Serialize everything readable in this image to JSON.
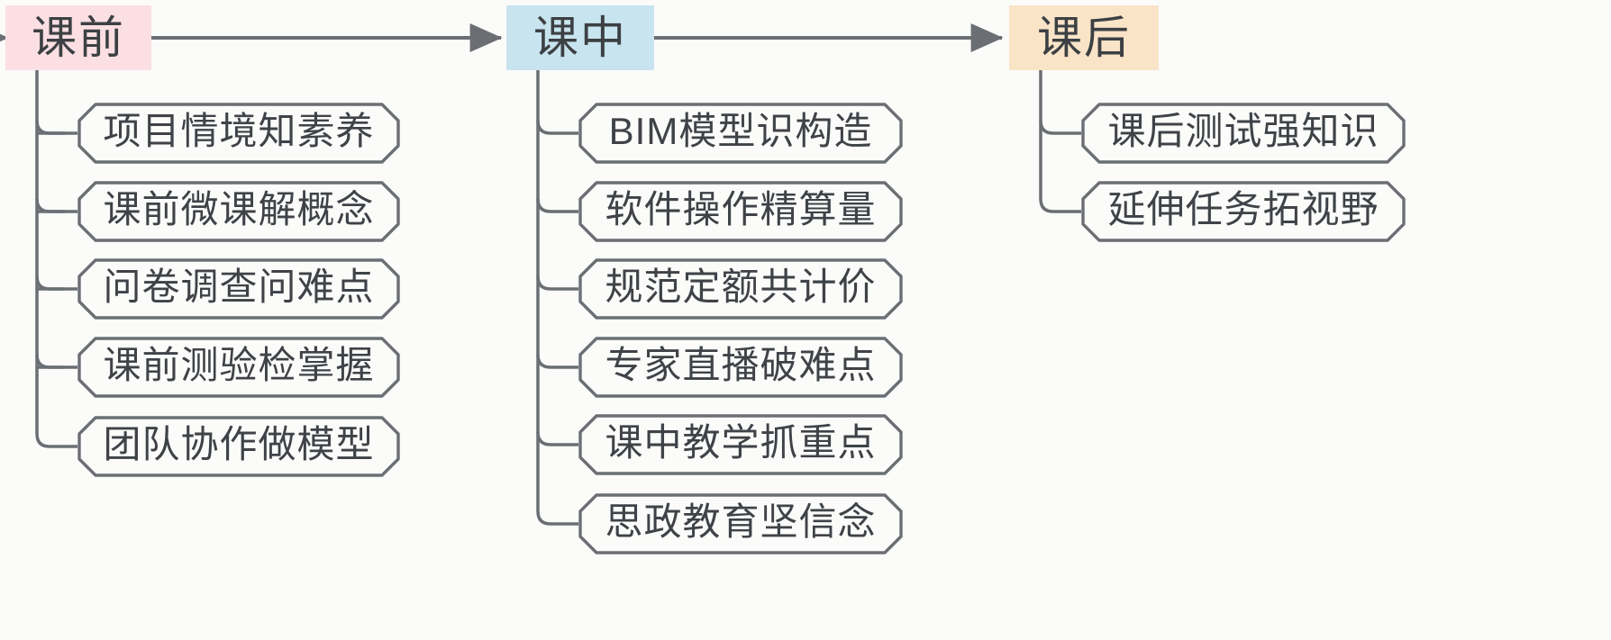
{
  "diagram": {
    "type": "flowchart",
    "orientation": "left-to-right with vertical sub-branches",
    "background_color": "#fbfbfa",
    "line_color": "#6b6f73",
    "text_color": "#3f4347",
    "stages": [
      {
        "id": "stage-pre-class",
        "label": "课前",
        "fill": "#fbdfe2",
        "children": [
          {
            "label": "项目情境知素养"
          },
          {
            "label": "课前微课解概念"
          },
          {
            "label": "问卷调查问难点"
          },
          {
            "label": "课前测验检掌握"
          },
          {
            "label": "团队协作做模型"
          }
        ]
      },
      {
        "id": "stage-in-class",
        "label": "课中",
        "fill": "#c8e4ef",
        "children": [
          {
            "label": "BIM模型识构造"
          },
          {
            "label": "软件操作精算量"
          },
          {
            "label": "规范定额共计价"
          },
          {
            "label": "专家直播破难点"
          },
          {
            "label": "课中教学抓重点"
          },
          {
            "label": "思政教育坚信念"
          }
        ]
      },
      {
        "id": "stage-post-class",
        "label": "课后",
        "fill": "#fae4c8",
        "children": [
          {
            "label": "课后测试强知识"
          },
          {
            "label": "延伸任务拓视野"
          }
        ]
      }
    ],
    "connectors": [
      {
        "from": "stage-pre-class",
        "to": "stage-in-class",
        "style": "arrow"
      },
      {
        "from": "stage-in-class",
        "to": "stage-post-class",
        "style": "arrow"
      },
      {
        "from": "off-screen-left",
        "to": "stage-pre-class",
        "style": "arrow"
      }
    ]
  }
}
